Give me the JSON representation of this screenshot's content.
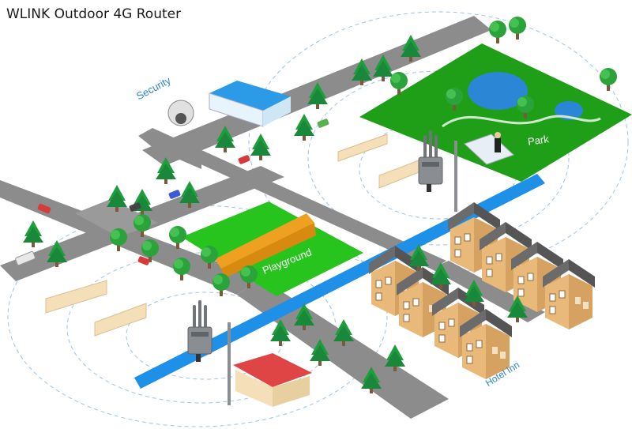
{
  "title": "WLINK Outdoor 4G Router",
  "labels": {
    "security": "Security",
    "park": "Park",
    "playground": "Playground",
    "hotel_inn": "Hotel Inn"
  },
  "colors": {
    "road": "#8c8c8c",
    "road_edge": "#6f6f6f",
    "grass": "#27c41d",
    "grass_dark": "#1f9e18",
    "water": "#1e90e8",
    "coverage_ring": "#9cc3e8",
    "building": "#f5dfb8",
    "house_roof": "#6b6b6b",
    "house_wall": "#e9b97a",
    "tree": "#1e9e3a",
    "fence": "#f0a020",
    "router": "#8a8e92",
    "accent_text": "#2f86c4"
  }
}
